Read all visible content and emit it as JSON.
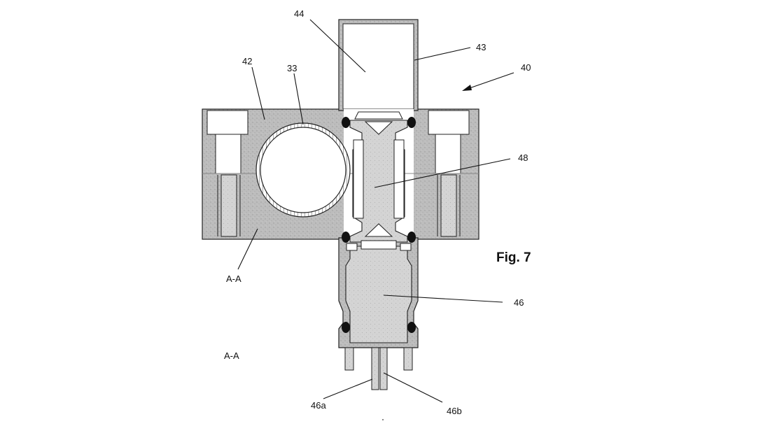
{
  "figure": {
    "caption": "Fig. 7",
    "labels": {
      "l40": "40",
      "l42": "42",
      "l33": "33",
      "l43": "43",
      "l44": "44",
      "l48": "48",
      "l46": "46",
      "l46a": "46a",
      "l46b": "46b",
      "section_upper": "A-A",
      "section_lower": "A-A"
    }
  },
  "colors": {
    "housing": "#b9b9b9",
    "part_light": "#d2d2d2",
    "cavity": "#ffffff",
    "oring": "#111111",
    "outline": "#222222"
  }
}
